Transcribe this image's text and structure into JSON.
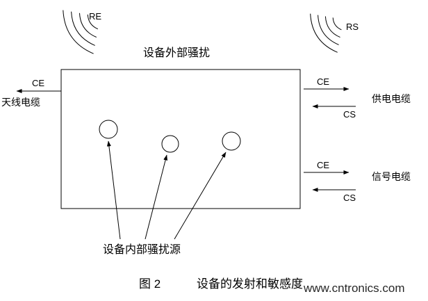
{
  "labels": {
    "re": "RE",
    "rs": "RS",
    "external_disturbance": "设备外部骚扰",
    "antenna_cable": "天线电缆",
    "ce_antenna": "CE",
    "ce_power": "CE",
    "cs_power": "CS",
    "power_cable": "供电电缆",
    "ce_signal": "CE",
    "cs_signal": "CS",
    "signal_cable": "信号电缆",
    "internal_source": "设备内部骚扰源"
  },
  "caption": {
    "figure_no": "图 2",
    "title": "设备的发射和敏感度"
  },
  "watermark": {
    "text": "www.cntronics.com",
    "color": "#b9cc7e"
  },
  "colors": {
    "line": "#000000",
    "background": "#ffffff"
  }
}
